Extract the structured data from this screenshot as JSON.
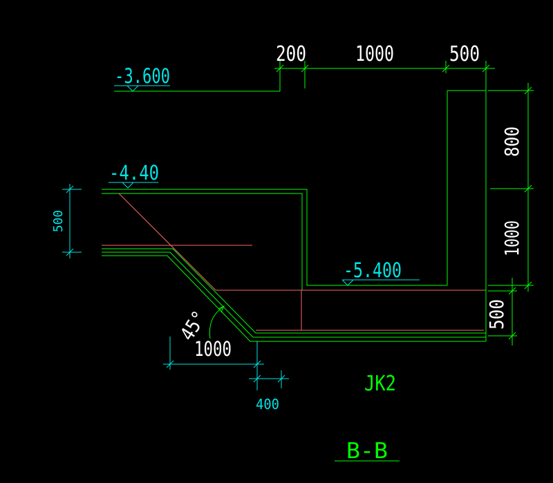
{
  "colors": {
    "background": "#000000",
    "green": "#00ff00",
    "cyan": "#00e5e5",
    "red": "#ff6666",
    "white": "#ffffff"
  },
  "dims": {
    "top_200": "200",
    "top_1000": "1000",
    "top_500": "500",
    "right_800": "800",
    "right_1000": "1000",
    "right_500": "500",
    "left_500": "500",
    "bottom_1000": "1000",
    "bottom_400": "400"
  },
  "elevations": {
    "top": "-3.600",
    "mid": "-4.40",
    "pit": "-5.400"
  },
  "angle_label": "45°",
  "pit_label": "JK2",
  "section_label": "B-B"
}
